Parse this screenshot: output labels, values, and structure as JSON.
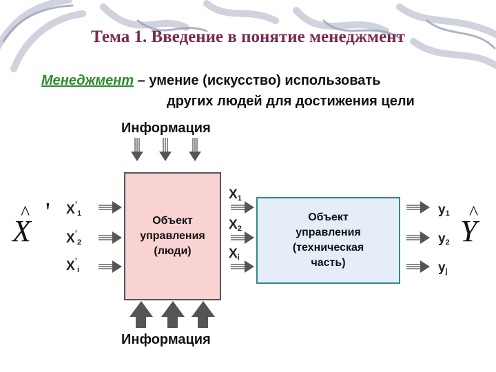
{
  "title": "Тема 1. Введение в понятие менеджмент",
  "definition": {
    "term": "Менеджмент",
    "line1_rest": " – умение  (искусство)  использовать",
    "line2": "других людей для достижения цели"
  },
  "info_top": "Информация",
  "info_bottom": "Информация",
  "left_box": {
    "line1": "Объект",
    "line2": "управления",
    "line3": "(люди)"
  },
  "right_box": {
    "line1": "Объект",
    "line2": "управления",
    "line3": "(техническая",
    "line4": "часть)"
  },
  "inputs": [
    {
      "base": "X",
      "prime": "’",
      "sub": "1"
    },
    {
      "base": "X",
      "prime": "’",
      "sub": "2"
    },
    {
      "base": "X",
      "prime": "’",
      "sub": "i"
    }
  ],
  "middle": [
    {
      "base": "X",
      "sub": "1"
    },
    {
      "base": "X",
      "sub": "2"
    },
    {
      "base": "X",
      "sub": "i"
    }
  ],
  "outputs": [
    {
      "base": "y",
      "sub": "1"
    },
    {
      "base": "y",
      "sub": "2"
    },
    {
      "base": "y",
      "sub": "j"
    }
  ],
  "input_symbol": {
    "letter": "X",
    "hat": "^",
    "prime": "'"
  },
  "output_symbol": {
    "letter": "Y",
    "hat": "^"
  },
  "colors": {
    "title": "#7a2b52",
    "term": "#2e8b2e",
    "left_box_fill": "#f9d2d2",
    "right_box_fill": "#e4edf8",
    "right_box_border": "#2f8a8a",
    "arrow": "#555555"
  }
}
